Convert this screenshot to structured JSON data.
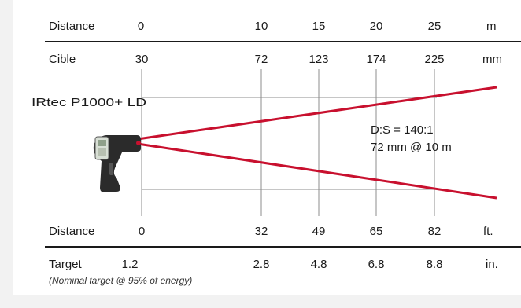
{
  "scale_top": {
    "label": "Distance",
    "values": [
      "0",
      "10",
      "15",
      "20",
      "25"
    ],
    "unit": "m"
  },
  "spot_top": {
    "label": "Cible",
    "values": [
      "30",
      "72",
      "123",
      "174",
      "225"
    ],
    "unit": "mm"
  },
  "model_label": "IRtec P1000+ LD",
  "ratio": {
    "line1": "D:S = 140:1",
    "line2": "72 mm @ 10 m"
  },
  "scale_bottom": {
    "label": "Distance",
    "values": [
      "0",
      "32",
      "49",
      "65",
      "82"
    ],
    "unit": "ft."
  },
  "spot_bottom": {
    "label": "Target",
    "values": [
      "1.2",
      "2.8",
      "4.8",
      "6.8",
      "8.8"
    ],
    "unit": "in."
  },
  "footnote": "(Nominal target @ 95% of energy)",
  "colors": {
    "beam": "#c8102e",
    "guide": "#8c8c8c",
    "rule": "#1a1a1a",
    "device_body": "#2b2b2b"
  },
  "icons": [
    "thermometer-gun-icon"
  ]
}
